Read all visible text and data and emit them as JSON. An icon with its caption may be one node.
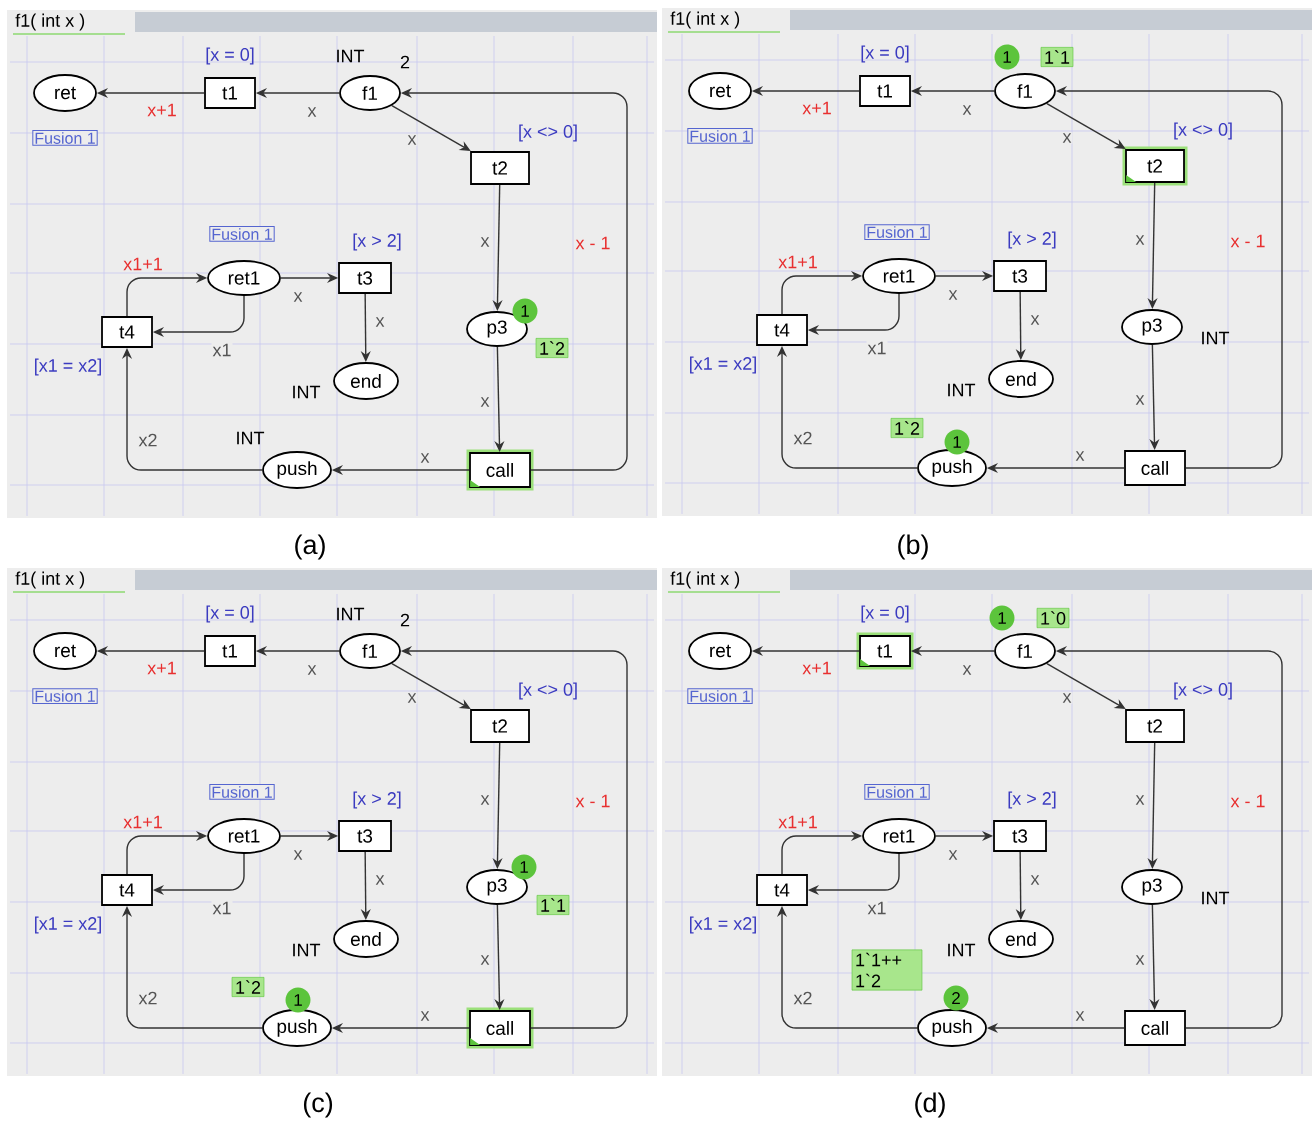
{
  "diagram": {
    "nodes": [
      {
        "text": [
          "f1( int x )"
        ],
        "beside": [
          "(a)"
        ]
      },
      {
        "text": [
          "ret"
        ],
        "in": 0
      },
      {
        "text": [
          "t1"
        ],
        "in": 0,
        "beside": [
          "[x = 0]"
        ]
      },
      {
        "text": [
          "f1"
        ],
        "in": 0,
        "beside": [
          "INT",
          "2"
        ]
      },
      {
        "text": [
          "Fusion 1"
        ],
        "in": 0
      },
      {
        "text": [
          "t2"
        ],
        "in": 0,
        "beside": [
          "[x <> 0]"
        ]
      },
      {
        "text": [
          "Fusion 1"
        ],
        "in": 0
      },
      {
        "text": [
          "ret1"
        ],
        "in": 0
      },
      {
        "text": [
          "t3"
        ],
        "in": 0,
        "beside": [
          "[x > 2]"
        ]
      },
      {
        "text": [
          "t4"
        ],
        "in": 0,
        "beside": [
          "[x1 = x2]"
        ]
      },
      {
        "text": [
          "p3"
        ],
        "in": 0
      },
      {
        "text": [
          "end"
        ],
        "in": 0,
        "beside": [
          "INT"
        ]
      },
      {
        "text": [
          "push"
        ],
        "in": 0,
        "beside": [
          "INT"
        ]
      },
      {
        "text": [
          "call"
        ],
        "in": 0
      },
      {
        "text": [
          "1"
        ],
        "in": 0
      },
      {
        "text": [
          "1`2"
        ],
        "in": 0
      },
      {
        "text": [
          "f1( int x )"
        ],
        "beside": [
          "(b)"
        ]
      },
      {
        "text": [
          "ret"
        ],
        "in": 16
      },
      {
        "text": [
          "t1"
        ],
        "in": 16,
        "beside": [
          "[x = 0]"
        ]
      },
      {
        "text": [
          "f1"
        ],
        "in": 16
      },
      {
        "text": [
          "Fusion 1"
        ],
        "in": 16
      },
      {
        "text": [
          "t2"
        ],
        "in": 16,
        "beside": [
          "[x <> 0]"
        ]
      },
      {
        "text": [
          "Fusion 1"
        ],
        "in": 16
      },
      {
        "text": [
          "ret1"
        ],
        "in": 16
      },
      {
        "text": [
          "t3"
        ],
        "in": 16,
        "beside": [
          "[x > 2]"
        ]
      },
      {
        "text": [
          "t4"
        ],
        "in": 16,
        "beside": [
          "[x1 = x2]"
        ]
      },
      {
        "text": [
          "p3"
        ],
        "in": 16,
        "beside": [
          "INT"
        ]
      },
      {
        "text": [
          "end"
        ],
        "in": 16,
        "beside": [
          "INT"
        ]
      },
      {
        "text": [
          "push"
        ],
        "in": 16
      },
      {
        "text": [
          "call"
        ],
        "in": 16
      },
      {
        "text": [
          "1"
        ],
        "in": 16
      },
      {
        "text": [
          "1`1"
        ],
        "in": 16
      },
      {
        "text": [
          "1"
        ],
        "in": 16
      },
      {
        "text": [
          "1`2"
        ],
        "in": 16
      },
      {
        "text": [
          "f1( int x )"
        ],
        "beside": [
          "(c)"
        ]
      },
      {
        "text": [
          "ret"
        ],
        "in": 34
      },
      {
        "text": [
          "t1"
        ],
        "in": 34,
        "beside": [
          "[x = 0]"
        ]
      },
      {
        "text": [
          "f1"
        ],
        "in": 34,
        "beside": [
          "INT",
          "2"
        ]
      },
      {
        "text": [
          "Fusion 1"
        ],
        "in": 34
      },
      {
        "text": [
          "t2"
        ],
        "in": 34,
        "beside": [
          "[x <> 0]"
        ]
      },
      {
        "text": [
          "Fusion 1"
        ],
        "in": 34
      },
      {
        "text": [
          "ret1"
        ],
        "in": 34
      },
      {
        "text": [
          "t3"
        ],
        "in": 34,
        "beside": [
          "[x > 2]"
        ]
      },
      {
        "text": [
          "t4"
        ],
        "in": 34,
        "beside": [
          "[x1 = x2]"
        ]
      },
      {
        "text": [
          "p3"
        ],
        "in": 34
      },
      {
        "text": [
          "end"
        ],
        "in": 34,
        "beside": [
          "INT"
        ]
      },
      {
        "text": [
          "push"
        ],
        "in": 34
      },
      {
        "text": [
          "call"
        ],
        "in": 34
      },
      {
        "text": [
          "1"
        ],
        "in": 34
      },
      {
        "text": [
          "1`1"
        ],
        "in": 34
      },
      {
        "text": [
          "1"
        ],
        "in": 34
      },
      {
        "text": [
          "1`2"
        ],
        "in": 34
      },
      {
        "text": [
          "f1( int x )"
        ],
        "beside": [
          "(d)"
        ]
      },
      {
        "text": [
          "ret"
        ],
        "in": 52
      },
      {
        "text": [
          "t1"
        ],
        "in": 52,
        "beside": [
          "[x = 0]"
        ]
      },
      {
        "text": [
          "f1"
        ],
        "in": 52
      },
      {
        "text": [
          "Fusion 1"
        ],
        "in": 52
      },
      {
        "text": [
          "t2"
        ],
        "in": 52,
        "beside": [
          "[x <> 0]"
        ]
      },
      {
        "text": [
          "Fusion 1"
        ],
        "in": 52
      },
      {
        "text": [
          "ret1"
        ],
        "in": 52
      },
      {
        "text": [
          "t3"
        ],
        "in": 52,
        "beside": [
          "[x > 2]"
        ]
      },
      {
        "text": [
          "t4"
        ],
        "in": 52,
        "beside": [
          "[x1 = x2]"
        ]
      },
      {
        "text": [
          "p3"
        ],
        "in": 52,
        "beside": [
          "INT"
        ]
      },
      {
        "text": [
          "end"
        ],
        "in": 52,
        "beside": [
          "INT"
        ]
      },
      {
        "text": [
          "push"
        ],
        "in": 52
      },
      {
        "text": [
          "call"
        ],
        "in": 52
      },
      {
        "text": [
          "1"
        ],
        "in": 52
      },
      {
        "text": [
          "1`0"
        ],
        "in": 52
      },
      {
        "text": [
          "2"
        ],
        "in": 52
      },
      {
        "text": [
          "1`1++ 1`2"
        ],
        "in": 52
      }
    ],
    "edges": [
      {
        "from": 2,
        "to": 1,
        "arrow": "to",
        "label": "x+1"
      },
      {
        "from": 3,
        "to": 2,
        "arrow": "to",
        "label": "x"
      },
      {
        "from": 3,
        "to": 5,
        "arrow": "to",
        "label": "x"
      },
      {
        "from": 5,
        "to": 10,
        "arrow": "to",
        "label": "x"
      },
      {
        "from": 10,
        "to": 13,
        "arrow": "to",
        "label": "x"
      },
      {
        "from": 13,
        "to": 12,
        "arrow": "to",
        "label": "x"
      },
      {
        "from": 13,
        "to": 3,
        "arrow": "to",
        "label": "x - 1"
      },
      {
        "from": 12,
        "to": 9,
        "arrow": "to",
        "label": "x2"
      },
      {
        "from": 9,
        "to": 7,
        "arrow": "to",
        "label": "x1+1"
      },
      {
        "from": 7,
        "to": 9,
        "arrow": "to",
        "label": "x1"
      },
      {
        "from": 7,
        "to": 8,
        "arrow": "to",
        "label": "x"
      },
      {
        "from": 8,
        "to": 11,
        "arrow": "to",
        "label": "x"
      },
      {
        "from": 18,
        "to": 17,
        "arrow": "to",
        "label": "x+1"
      },
      {
        "from": 19,
        "to": 18,
        "arrow": "to",
        "label": "x"
      },
      {
        "from": 19,
        "to": 21,
        "arrow": "to",
        "label": "x"
      },
      {
        "from": 21,
        "to": 26,
        "arrow": "to",
        "label": "x"
      },
      {
        "from": 26,
        "to": 29,
        "arrow": "to",
        "label": "x"
      },
      {
        "from": 29,
        "to": 28,
        "arrow": "to",
        "label": "x"
      },
      {
        "from": 29,
        "to": 19,
        "arrow": "to",
        "label": "x - 1"
      },
      {
        "from": 28,
        "to": 25,
        "arrow": "to",
        "label": "x2"
      },
      {
        "from": 25,
        "to": 23,
        "arrow": "to",
        "label": "x1+1"
      },
      {
        "from": 23,
        "to": 25,
        "arrow": "to",
        "label": "x1"
      },
      {
        "from": 23,
        "to": 24,
        "arrow": "to",
        "label": "x"
      },
      {
        "from": 24,
        "to": 27,
        "arrow": "to",
        "label": "x"
      },
      {
        "from": 36,
        "to": 35,
        "arrow": "to",
        "label": "x+1"
      },
      {
        "from": 37,
        "to": 36,
        "arrow": "to",
        "label": "x"
      },
      {
        "from": 37,
        "to": 39,
        "arrow": "to",
        "label": "x"
      },
      {
        "from": 39,
        "to": 44,
        "arrow": "to",
        "label": "x"
      },
      {
        "from": 44,
        "to": 47,
        "arrow": "to",
        "label": "x"
      },
      {
        "from": 47,
        "to": 46,
        "arrow": "to",
        "label": "x"
      },
      {
        "from": 47,
        "to": 37,
        "arrow": "to",
        "label": "x - 1"
      },
      {
        "from": 46,
        "to": 43,
        "arrow": "to",
        "label": "x2"
      },
      {
        "from": 43,
        "to": 41,
        "arrow": "to",
        "label": "x1+1"
      },
      {
        "from": 41,
        "to": 43,
        "arrow": "to",
        "label": "x1"
      },
      {
        "from": 41,
        "to": 42,
        "arrow": "to",
        "label": "x"
      },
      {
        "from": 42,
        "to": 45,
        "arrow": "to",
        "label": "x"
      },
      {
        "from": 54,
        "to": 53,
        "arrow": "to",
        "label": "x+1"
      },
      {
        "from": 55,
        "to": 54,
        "arrow": "to",
        "label": "x"
      },
      {
        "from": 55,
        "to": 57,
        "arrow": "to",
        "label": "x"
      },
      {
        "from": 57,
        "to": 62,
        "arrow": "to",
        "label": "x"
      },
      {
        "from": 62,
        "to": 65,
        "arrow": "to",
        "label": "x"
      },
      {
        "from": 65,
        "to": 64,
        "arrow": "to",
        "label": "x"
      },
      {
        "from": 65,
        "to": 55,
        "arrow": "to",
        "label": "x - 1"
      },
      {
        "from": 64,
        "to": 61,
        "arrow": "to",
        "label": "x2"
      },
      {
        "from": 61,
        "to": 59,
        "arrow": "to",
        "label": "x1+1"
      },
      {
        "from": 59,
        "to": 61,
        "arrow": "to",
        "label": "x1"
      },
      {
        "from": 59,
        "to": 60,
        "arrow": "to",
        "label": "x"
      },
      {
        "from": 60,
        "to": 63,
        "arrow": "to",
        "label": "x"
      }
    ]
  }
}
